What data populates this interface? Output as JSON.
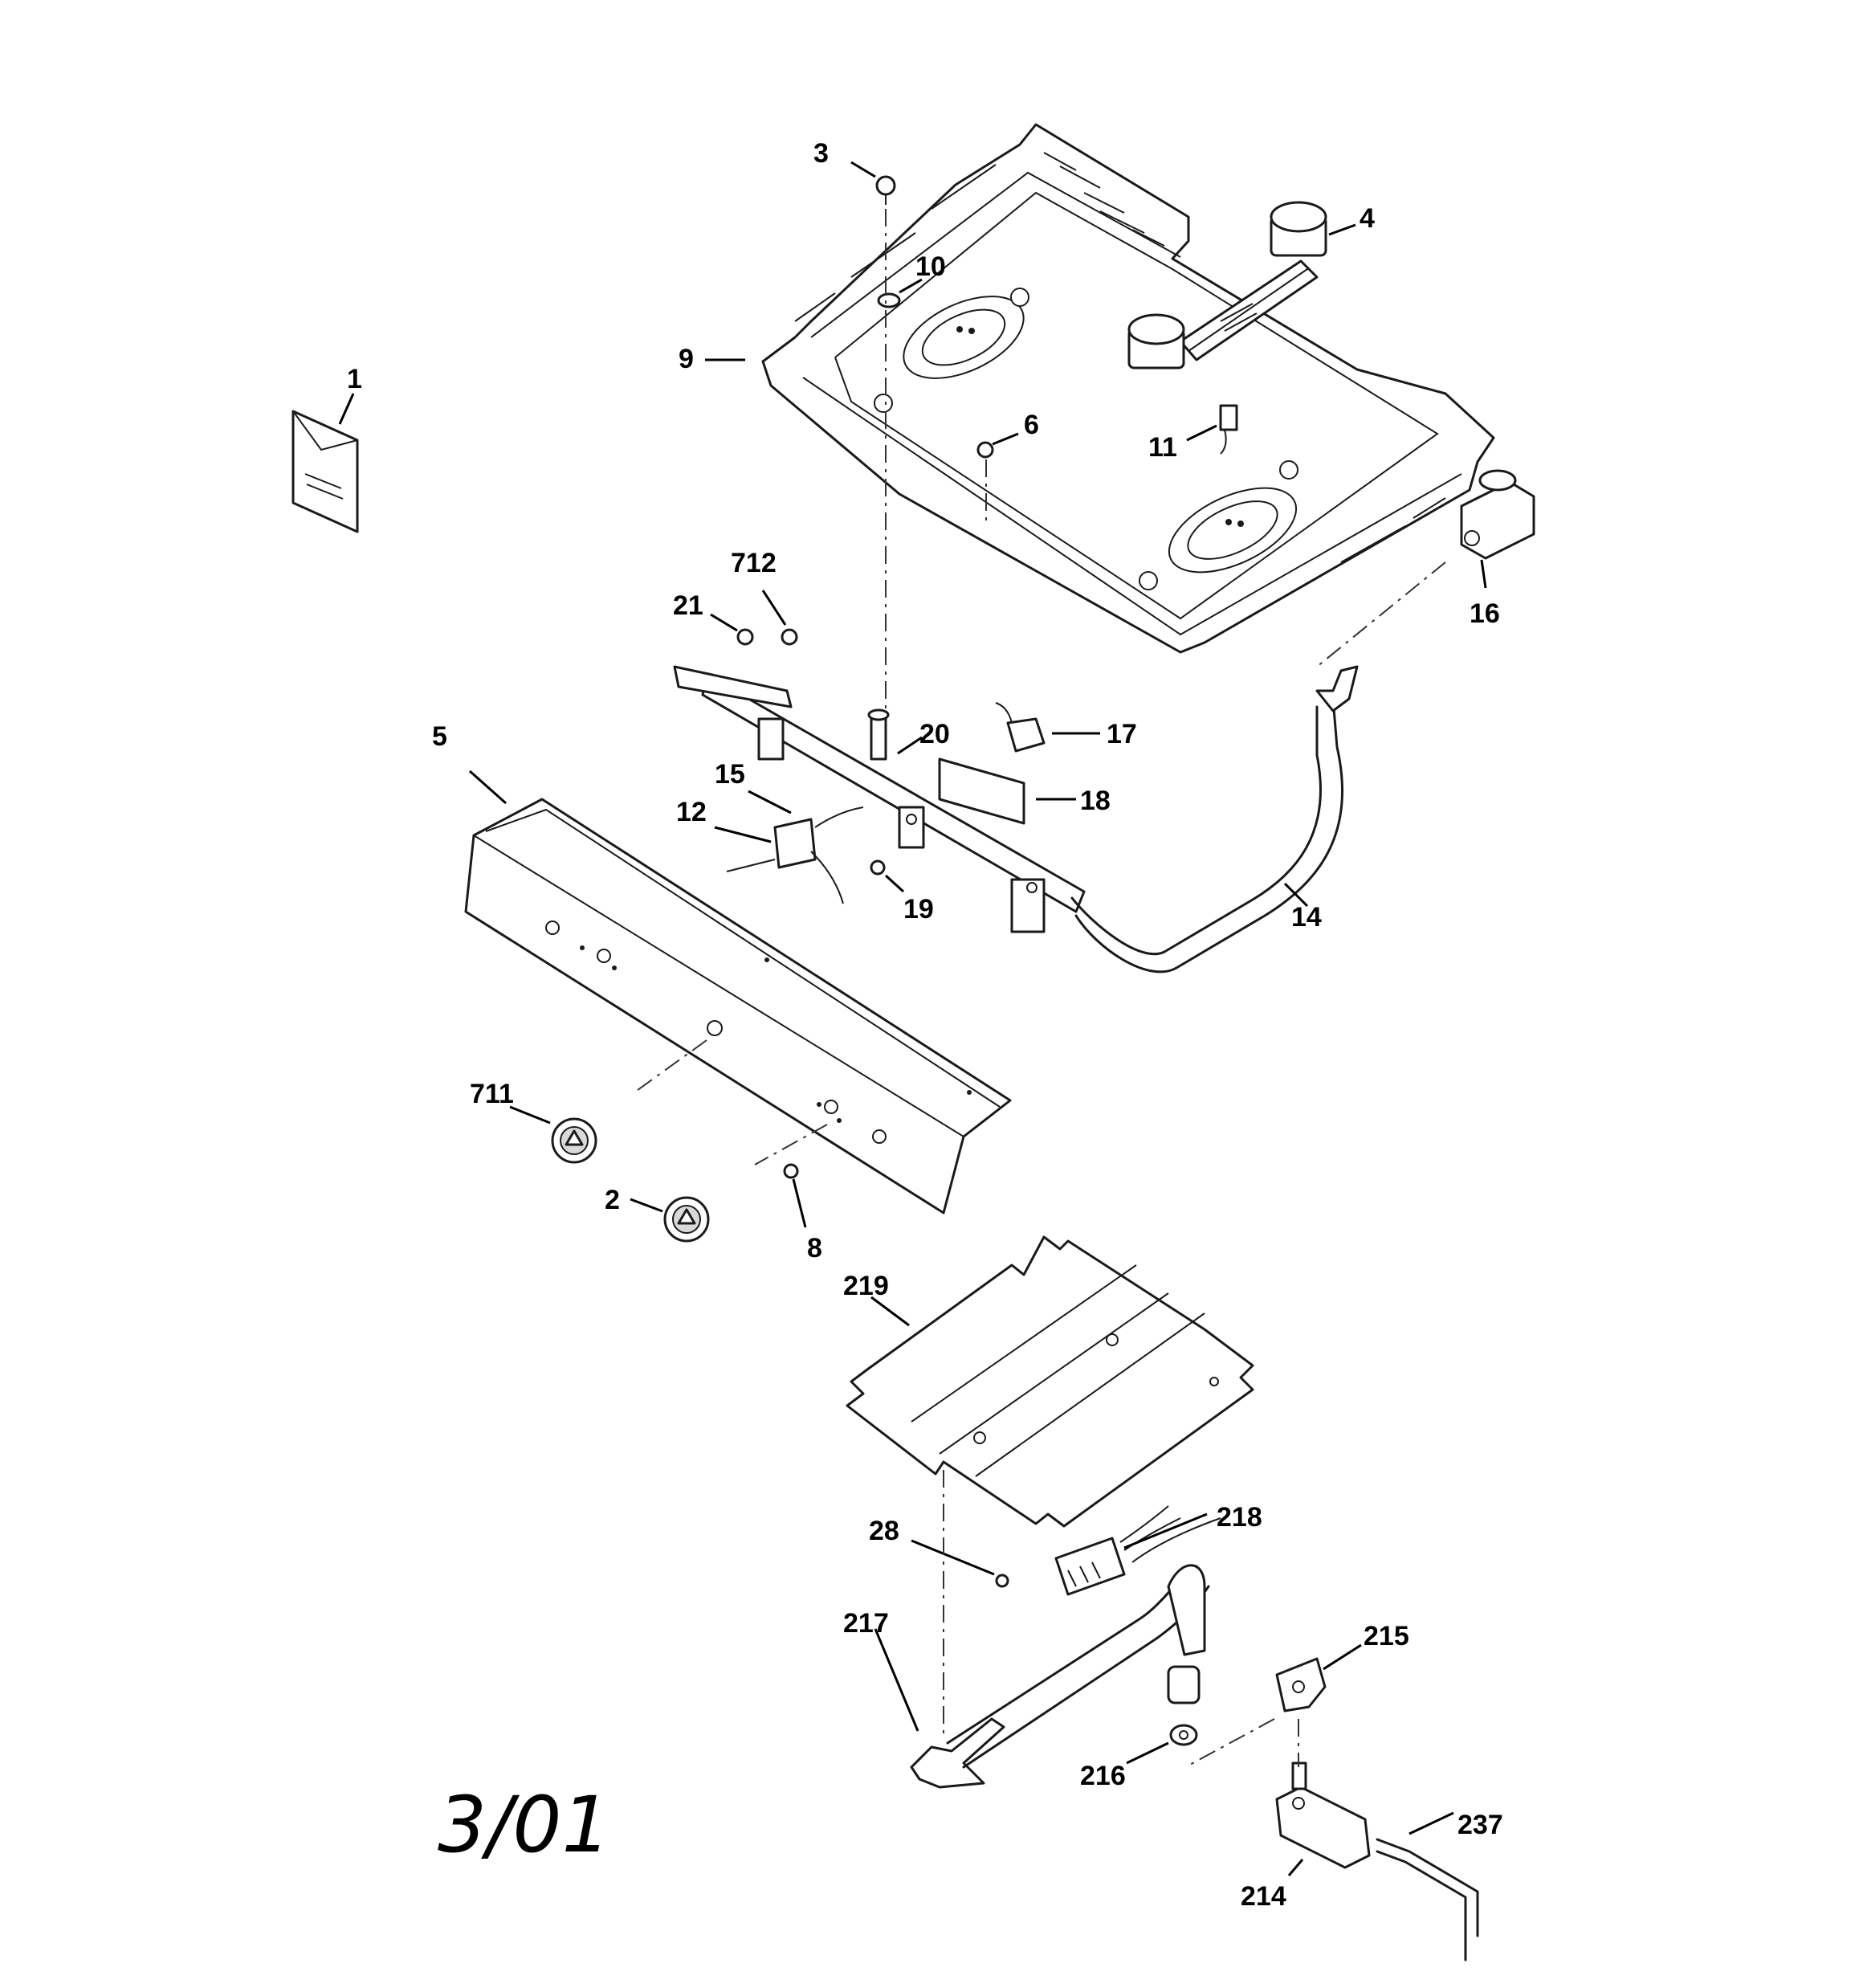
{
  "diagram": {
    "date_mark": "3/01",
    "callouts": {
      "p1": "1",
      "p2": "2",
      "p3": "3",
      "p4": "4",
      "p5": "5",
      "p6": "6",
      "p8": "8",
      "p9": "9",
      "p10": "10",
      "p11": "11",
      "p12": "12",
      "p14": "14",
      "p15": "15",
      "p16": "16",
      "p17": "17",
      "p18": "18",
      "p19": "19",
      "p20": "20",
      "p21": "21",
      "p28": "28",
      "p214": "214",
      "p215": "215",
      "p216": "216",
      "p217": "217",
      "p218": "218",
      "p219": "219",
      "p237": "237",
      "p711": "711",
      "p712": "712"
    }
  }
}
